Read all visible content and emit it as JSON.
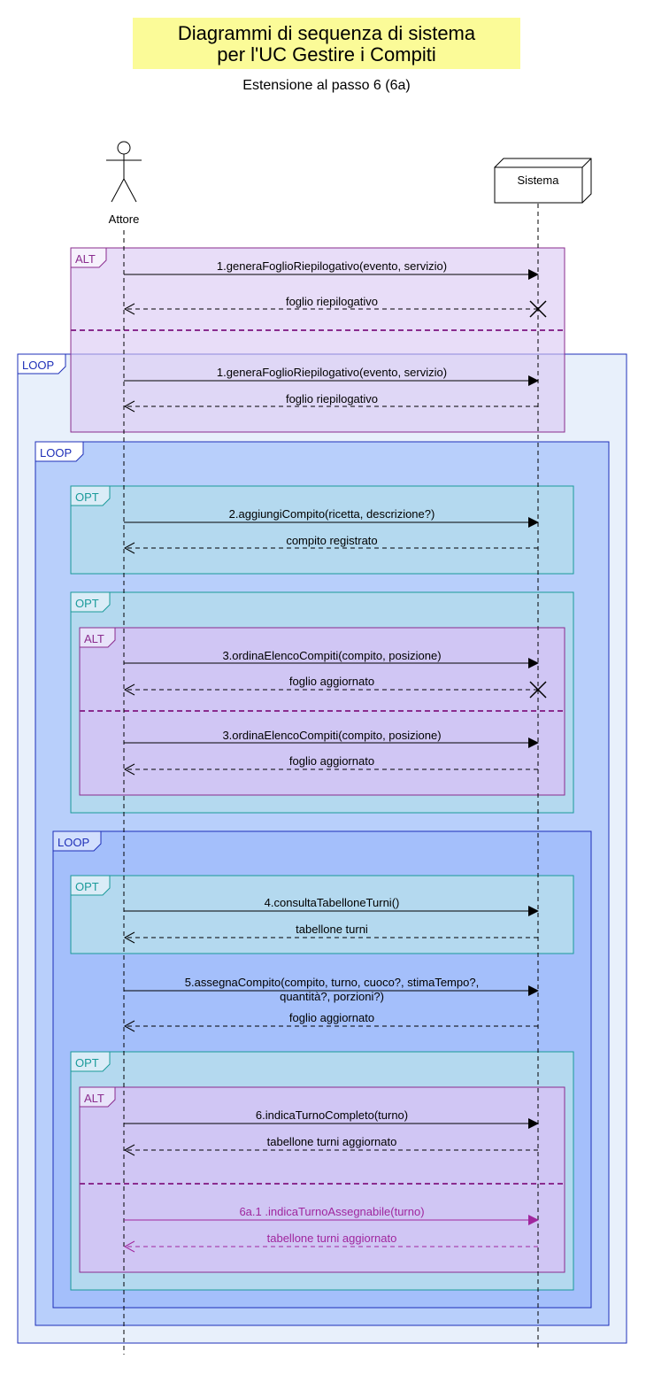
{
  "title": {
    "line1": "Diagrammi di sequenza di sistema",
    "line2": "per l'UC Gestire i Compiti"
  },
  "subtitle": "Estensione al passo 6 (6a)",
  "participants": {
    "actor": "Attore",
    "system": "Sistema"
  },
  "colors": {
    "alt_fill": "#d9c7f3",
    "alt_border": "#8a2c8e",
    "loop_outer_fill": "#e8f0fb",
    "loop_mid_fill": "#b8cffb",
    "loop_inner_fill": "#a4bffb",
    "loop_border": "#1e2fb8",
    "opt_fill": "#b4d9ef",
    "opt_border": "#1a9a9a",
    "message": "#000000",
    "ext_message": "#a0279e"
  },
  "fragments": {
    "alt1": "ALT",
    "loop_outer": "LOOP",
    "loop_mid": "LOOP",
    "opt1": "OPT",
    "opt2": "OPT",
    "alt2": "ALT",
    "loop_inner": "LOOP",
    "opt3": "OPT",
    "opt4": "OPT",
    "alt3": "ALT"
  },
  "messages": {
    "m1a": "1.generaFoglioRiepilogativo(evento, servizio)",
    "r1a": "foglio riepilogativo",
    "m1b": "1.generaFoglioRiepilogativo(evento, servizio)",
    "r1b": "foglio riepilogativo",
    "m2": "2.aggiungiCompito(ricetta, descrizione?)",
    "r2": "compito registrato",
    "m3a": "3.ordinaElencoCompiti(compito, posizione)",
    "r3a": "foglio aggiornato",
    "m3b": "3.ordinaElencoCompiti(compito, posizione)",
    "r3b": "foglio aggiornato",
    "m4": "4.consultaTabelloneTurni()",
    "r4": "tabellone turni",
    "m5_line1": "5.assegnaCompito(compito, turno, cuoco?, stimaTempo?,",
    "m5_line2": "quantità?, porzioni?)",
    "r5": "foglio aggiornato",
    "m6": "6.indicaTurnoCompleto(turno)",
    "r6": "tabellone turni aggiornato",
    "m6a": "6a.1 .indicaTurnoAssegnabile(turno)",
    "r6a": "tabellone turni aggiornato"
  }
}
